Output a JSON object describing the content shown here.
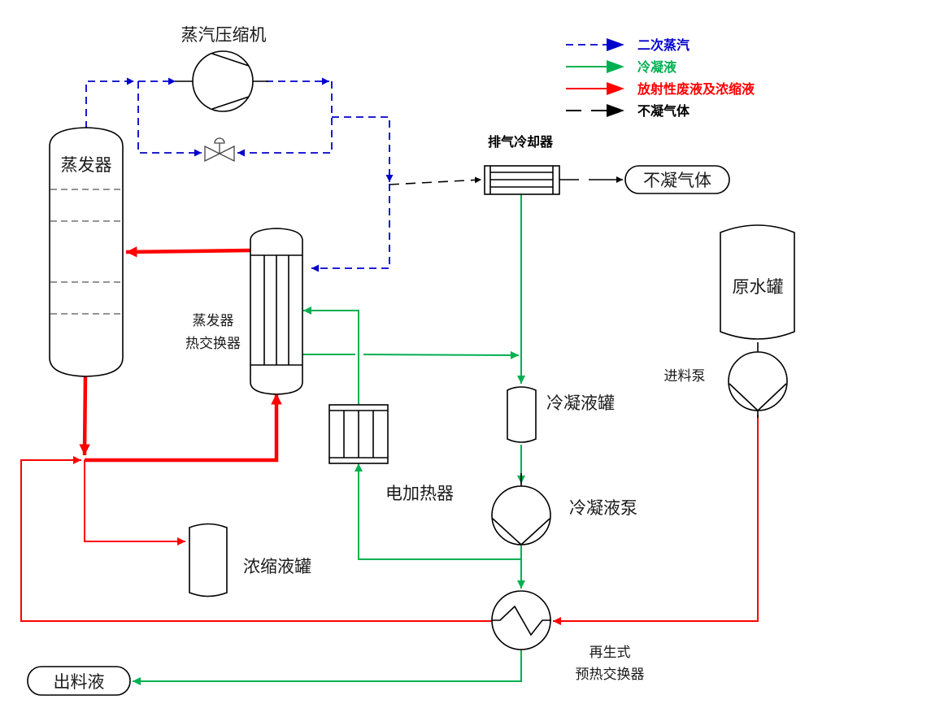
{
  "colors": {
    "steam": "#0000cc",
    "condensate": "#00b050",
    "waste": "#ff0000",
    "ncg": "#000000"
  },
  "legend": [
    {
      "key": "steam",
      "label": "二次蒸汽",
      "style": "dashed"
    },
    {
      "key": "condensate",
      "label": "冷凝液",
      "style": "solid"
    },
    {
      "key": "waste",
      "label": "放射性废液及浓缩液",
      "style": "solid"
    },
    {
      "key": "ncg",
      "label": "不凝气体",
      "style": "long-dash"
    }
  ],
  "equipment": {
    "compressor": "蒸汽压缩机",
    "evaporator": "蒸发器",
    "vent_cooler": "排气冷却器",
    "ncg_outlet": "不凝气体",
    "evap_hx_line1": "蒸发器",
    "evap_hx_line2": "热交换器",
    "raw_water_tank": "原水罐",
    "feed_pump": "进料泵",
    "condensate_tank": "冷凝液罐",
    "electric_heater": "电加热器",
    "condensate_pump": "冷凝液泵",
    "concentrate_tank": "浓缩液罐",
    "regen_hx_line1": "再生式",
    "regen_hx_line2": "预热交换器",
    "discharge": "出料液"
  }
}
